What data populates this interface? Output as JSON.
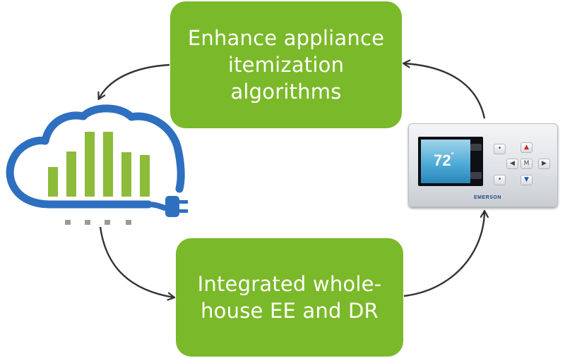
{
  "boxes": {
    "top": {
      "line1": "Enhance appliance",
      "line2": "itemization",
      "line3": "algorithms"
    },
    "bottom": {
      "line1": "Integrated whole-",
      "line2": "house EE and DR"
    }
  },
  "thermostat": {
    "temperature": "72",
    "degree_symbol": "°",
    "brand": "EMERSON"
  },
  "colors": {
    "box_fill": "#7ab929",
    "box_text": "#ffffff",
    "cloud_blue": "#2e6fc0",
    "bar_green": "#8dbb3a",
    "arrow": "#333333"
  },
  "icons": [
    "cloud-energy-icon",
    "plug-icon",
    "thermostat-device"
  ]
}
